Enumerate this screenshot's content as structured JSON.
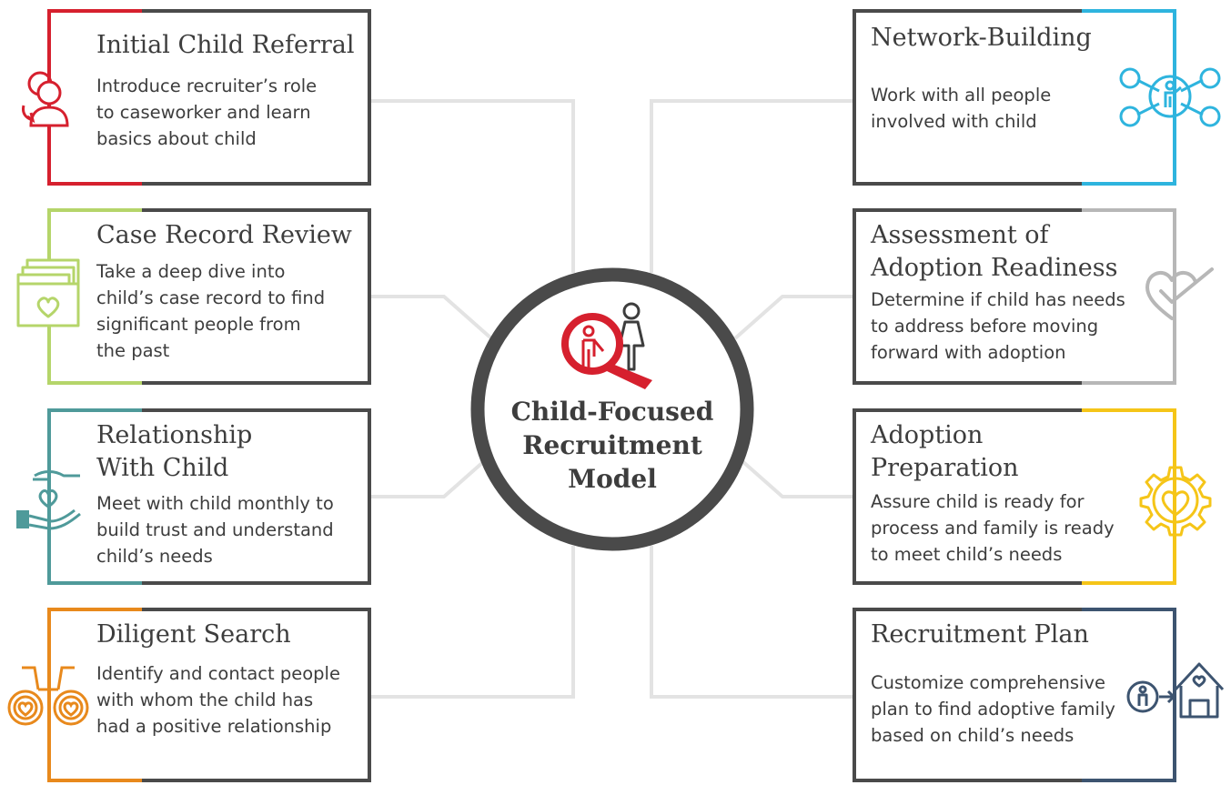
{
  "center": {
    "title": "Child-Focused Recruitment Model",
    "icon": "magnifier-people-icon",
    "ring_color": "#4a4a4a",
    "accent_color": "#d6202e"
  },
  "steps_left": [
    {
      "title": "Initial Child Referral",
      "description": [
        "Introduce recruiter’s role",
        "to caseworker and learn",
        "basics about child"
      ],
      "color": "#d6202e",
      "icon": "person-referral-icon"
    },
    {
      "title": "Case Record Review",
      "description": [
        "Take a deep dive into",
        "child’s case record to find",
        "significant people from",
        "the past"
      ],
      "color": "#b5d56a",
      "icon": "file-folder-heart-icon"
    },
    {
      "title": [
        "Relationship",
        "With Child"
      ],
      "description": [
        "Meet with child monthly to",
        "build trust and understand",
        "child’s needs"
      ],
      "color": "#4f9a9a",
      "icon": "hands-heart-icon"
    },
    {
      "title": "Diligent Search",
      "description": [
        "Identify and contact people",
        "with whom the child has",
        "had a positive relationship"
      ],
      "color": "#e8891c",
      "icon": "binoculars-heart-icon"
    }
  ],
  "steps_right": [
    {
      "title": "Network-Building",
      "description": [
        "Work with all people",
        "involved with child"
      ],
      "color": "#2eb4de",
      "icon": "network-person-icon"
    },
    {
      "title": [
        "Assessment of",
        "Adoption Readiness"
      ],
      "description": [
        "Determine if child has needs",
        "to address before moving",
        "forward with adoption"
      ],
      "color": "#b7b7b7",
      "icon": "heart-check-icon"
    },
    {
      "title": [
        "Adoption",
        "Preparation"
      ],
      "description": [
        "Assure child is ready for",
        "process and family is ready",
        "to meet child’s needs"
      ],
      "color": "#f5c518",
      "icon": "gear-heart-icon"
    },
    {
      "title": "Recruitment Plan",
      "description": [
        "Customize comprehensive",
        "plan to find adoptive family",
        "based on child’s needs"
      ],
      "color": "#3d5470",
      "icon": "child-to-house-icon"
    }
  ]
}
